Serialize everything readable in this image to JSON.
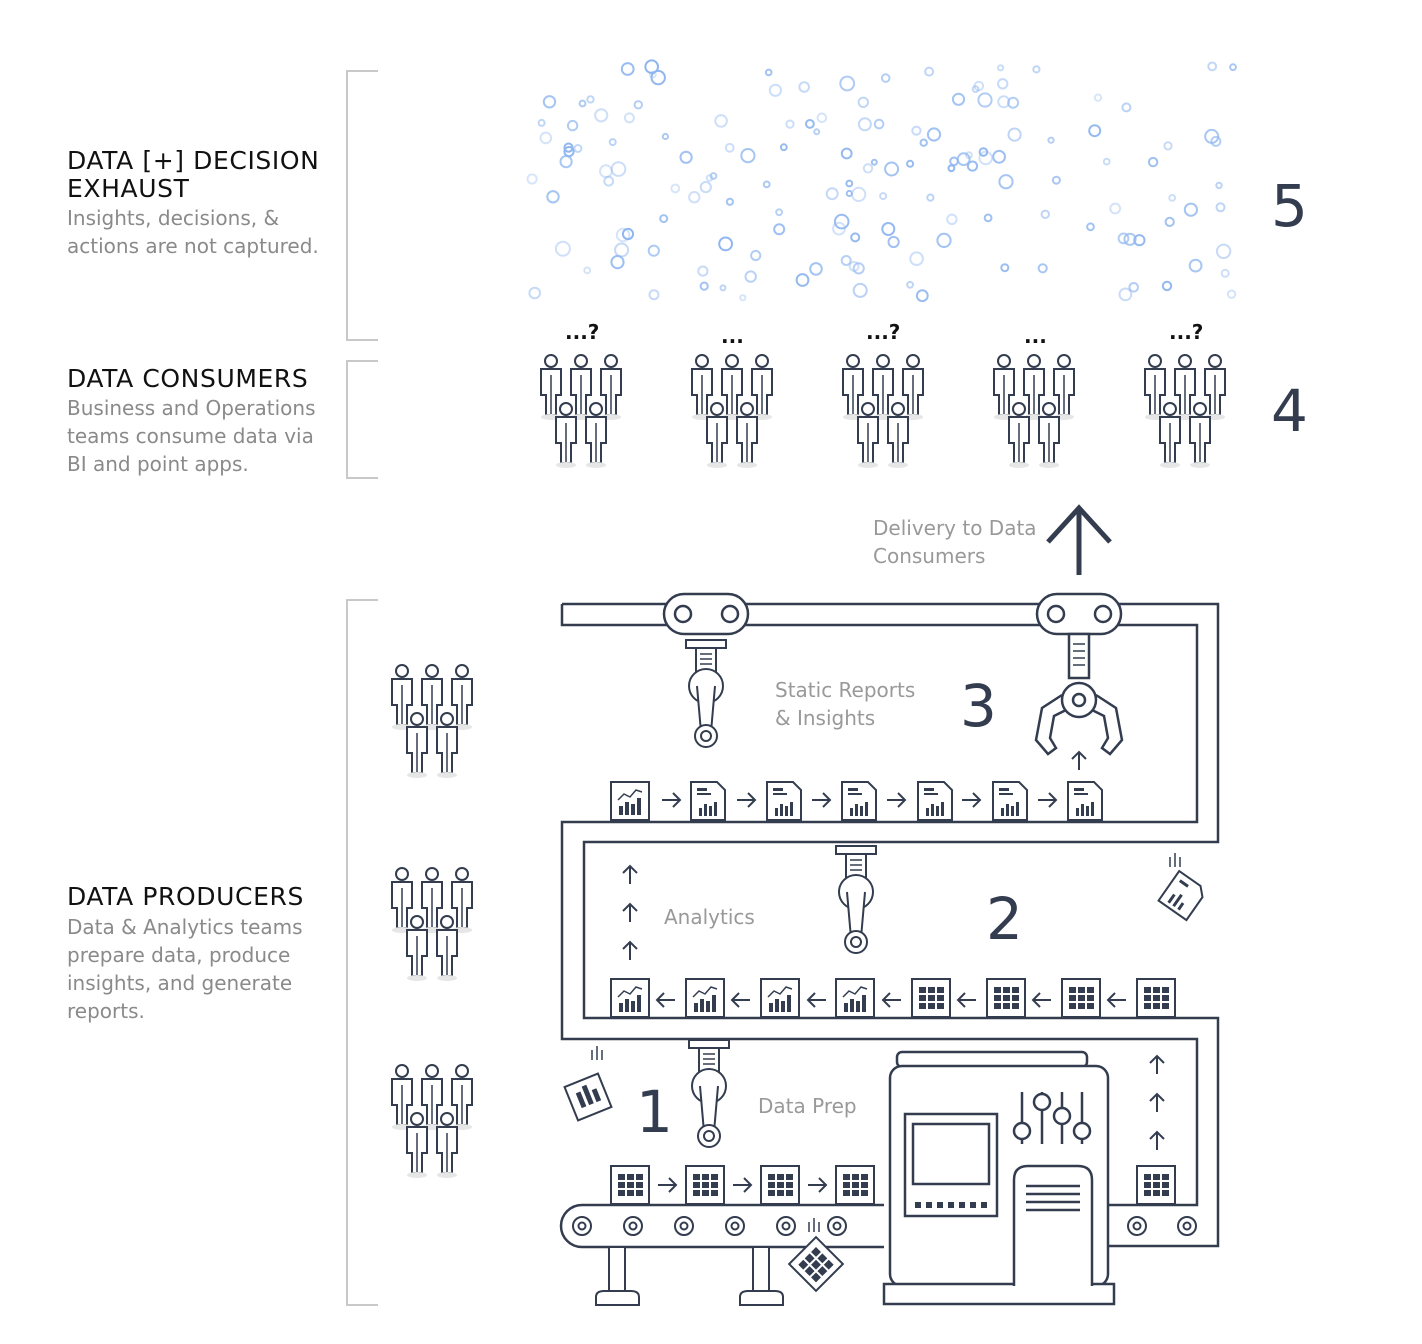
{
  "sections": {
    "exhaust": {
      "title_line1": "DATA [+] DECISION",
      "title_line2": "EXHAUST",
      "desc_line1": "Insights, decisions, &",
      "desc_line2": "actions are not captured."
    },
    "consumers": {
      "title": "DATA CONSUMERS",
      "desc_line1": "Business and Operations",
      "desc_line2": "teams consume data via",
      "desc_line3": "BI and point apps."
    },
    "producers": {
      "title": "DATA PRODUCERS",
      "desc_line1": "Data & Analytics teams",
      "desc_line2": "prepare data, produce",
      "desc_line3": "insights, and generate",
      "desc_line4": "reports."
    }
  },
  "steps": {
    "step1": "1",
    "step2": "2",
    "step3": "3",
    "step4": "4",
    "step5": "5"
  },
  "stage_labels": {
    "data_prep": "Data Prep",
    "analytics": "Analytics",
    "static_reports_line1": "Static Reports",
    "static_reports_line2": "& Insights",
    "delivery_line1": "Delivery to Data",
    "delivery_line2": "Consumers"
  },
  "consumer_marks": [
    "...?",
    "...",
    "...?",
    "...",
    "...?"
  ],
  "colors": {
    "line": "#333d4f",
    "bubble": "#8fb6ef",
    "bracket": "#c8c8c8",
    "muted_text": "#999999"
  }
}
